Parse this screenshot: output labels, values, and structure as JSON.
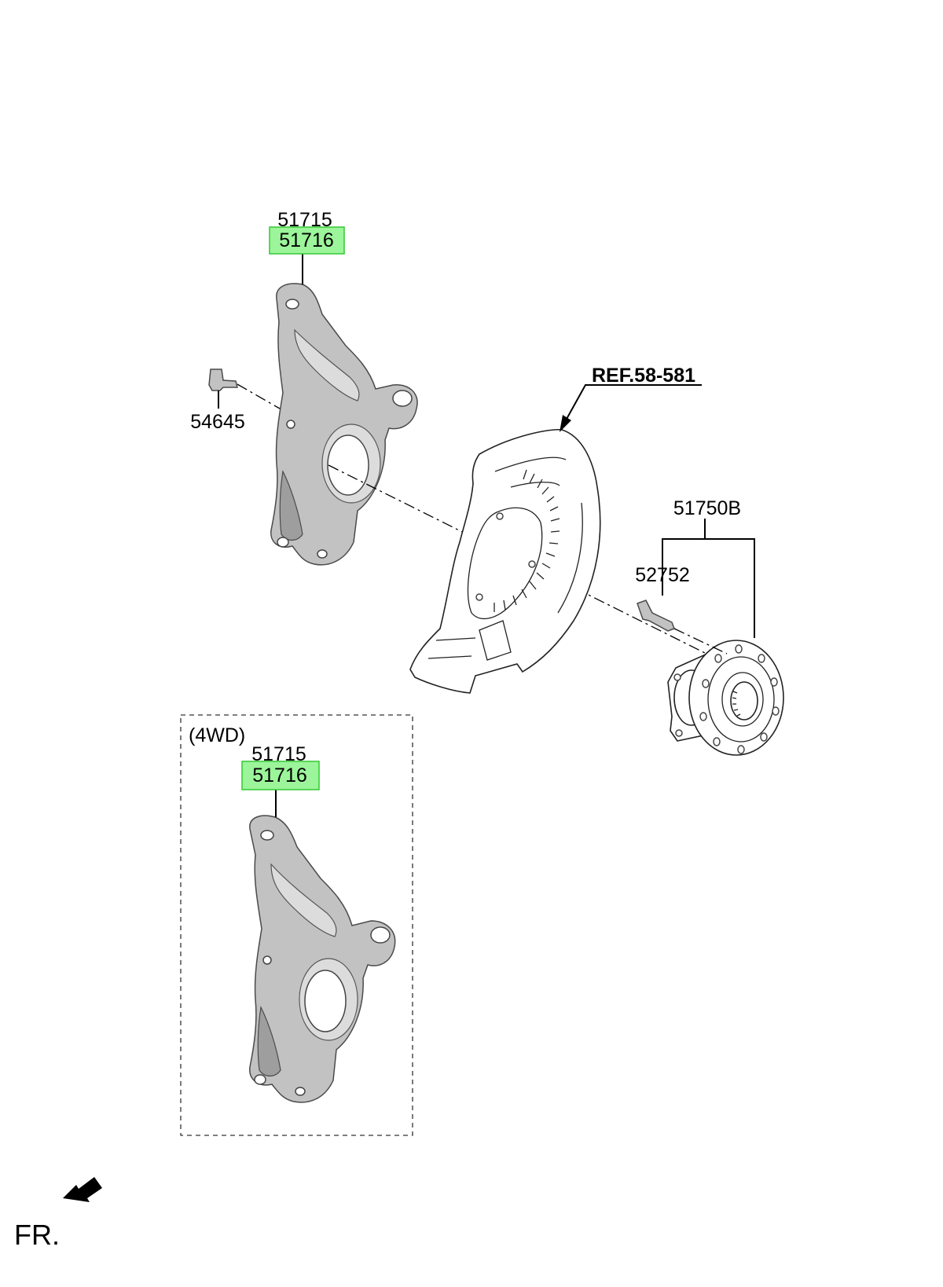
{
  "labels": {
    "knuckle_top_part": "51715",
    "knuckle_top_highlight": "51716",
    "bolt_knuckle": "54645",
    "dust_cover_ref": "REF.58-581",
    "hub_assembly": "51750B",
    "hub_bolt": "52752",
    "variant_4wd": "(4WD)",
    "knuckle_4wd_part": "51715",
    "knuckle_4wd_highlight": "51716",
    "front_indicator": "FR."
  },
  "colors": {
    "highlight_fill": "#9cf59a",
    "highlight_border": "#33c933",
    "part_shade": "#c2c2c2"
  }
}
